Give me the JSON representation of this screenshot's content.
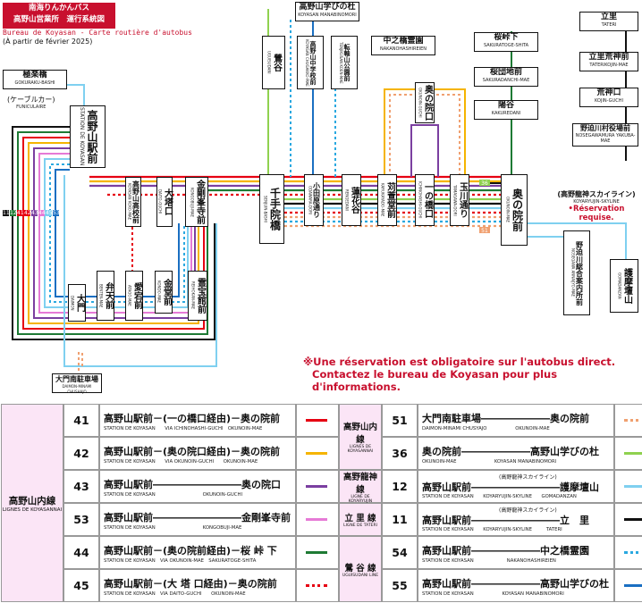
{
  "header": {
    "line1": "南海りんかんバス",
    "line2": "高野山営業所　運行系統図",
    "subtitle": "Bureau de Koyasan - Carte routière d'autobus",
    "date": "(À partir de février 2025)"
  },
  "stops": {
    "gokurakubashi": {
      "jp": "極楽橋",
      "rom": "GOKURAKU-BASHI"
    },
    "cable": {
      "jp": "(ケーブルカー)",
      "rom": "FUNICULAIRE"
    },
    "koyasan_station": {
      "jp": "高野山駅前",
      "rom": "STATION DE KOYASAN"
    },
    "koyasan_hs": {
      "jp": "高野山高校前",
      "rom": "KOYASAN KOKO-MAE"
    },
    "daito": {
      "jp": "大塔口",
      "rom": "DAITO-GUCHI"
    },
    "kongobuji": {
      "jp": "金剛峯寺前",
      "rom": "KONGOBUJI-MAE"
    },
    "daimon": {
      "jp": "大門",
      "rom": "DAIMON"
    },
    "benten": {
      "jp": "弁天前",
      "rom": "BENTEN-MAE"
    },
    "aiiku": {
      "jp": "愛宕前",
      "rom": "ATAGO-MAE"
    },
    "kondo": {
      "jp": "金堂前",
      "rom": "KONDO-MAE"
    },
    "reihokan": {
      "jp": "霊宝館前",
      "rom": "REIHOKAN-MAE"
    },
    "daimon_parking": {
      "jp": "大門南駐車場",
      "rom": "DAIMON-MINAMI CHUSHAJO"
    },
    "senjuin": {
      "jp": "千手院橋",
      "rom": "SENJUIN-BASHI"
    },
    "odawara": {
      "jp": "小田原通り",
      "rom": "ODAWARA-DORI"
    },
    "rengedani": {
      "jp": "蓮花谷",
      "rom": "RENGEDANI"
    },
    "karukaya": {
      "jp": "苅萱堂前",
      "rom": "KARUKAYADO-MAE"
    },
    "ichinohashi": {
      "jp": "一の橋口",
      "rom": "ICHINOHASHI-GUCHI"
    },
    "tamagawa": {
      "jp": "玉川通り",
      "rom": "TAMAGAWA-DORI"
    },
    "okunoin_mae": {
      "jp": "奥の院前",
      "rom": "OKUNOIN-MAE"
    },
    "okunoin_guchi": {
      "jp": "奥の院口",
      "rom": "OKUNOIN-GUCHI"
    },
    "uguisudani": {
      "jp": "鶯谷",
      "rom": "UGUISUDANI"
    },
    "koyasan_jhs": {
      "jp": "高野山中学校前",
      "rom": "KOYASAN CHUGAKKO-MAE"
    },
    "tenjikan": {
      "jp": "転軸山公園前",
      "rom": "TENJIKUSAN KOEN-MAE"
    },
    "nakanohashi": {
      "jp": "中之橋霊園",
      "rom": "NAKANOHASHIREIEN"
    },
    "manabinomori": {
      "jp": "高野山学びの杜",
      "rom": "KOYASAN MANABINOMORI"
    },
    "sakuratoge": {
      "jp": "桜峠下",
      "rom": "SAKURATOGE-SHITA"
    },
    "sakuradanchi": {
      "jp": "桜団地前",
      "rom": "SAKURADANCHI-MAE"
    },
    "kakuredani": {
      "jp": "陽谷",
      "rom": "KAKUREDANI"
    },
    "tateri": {
      "jp": "立里",
      "rom": "TATERI"
    },
    "tateri_kojin": {
      "jp": "立里荒神前",
      "rom": "TATERIKOJIN-MAE"
    },
    "kojin_guchi": {
      "jp": "荒神口",
      "rom": "KOJIN-GUCHI"
    },
    "nosegawa": {
      "jp": "野迫川村役場前",
      "rom": "NOSEGAWAMURA YAKUBA-MAE"
    },
    "nosegawa_info": {
      "jp": "野迫川総合案内所前",
      "rom": "NOSEGAWA ANNAIJYO-MAE"
    },
    "gomadanzan": {
      "jp": "護摩壇山",
      "rom": "GOMADANZAN"
    },
    "skyline": {
      "jp": "(高野龍神スカイライン)",
      "rom": "KOYARYUJIN-SKYLINE"
    }
  },
  "reservation_required": "•Réservation requise.",
  "direct_note": {
    "line1": "※Une réservation est obligatoire sur l'autobus direct.",
    "line2": "Contactez le bureau de Koyasan pour plus d'informations."
  },
  "map_numbers": [
    "11",
    "12",
    "41",
    "42",
    "43",
    "44",
    "45",
    "53"
  ],
  "map_badges": {
    "b36": "36",
    "b51": "51"
  },
  "table": {
    "left_group": {
      "jp": "高野山内線",
      "rom": "LIGNES DE KOYASANNAI"
    },
    "mid_groups": [
      {
        "jp": "高野山内線",
        "rom": "LIGNES DE KOYASANNAI"
      },
      {
        "jp": "高野龍神線",
        "rom": "LIGNE DE KOYARYUJIN"
      },
      {
        "jp": "立 里 線",
        "rom": "LIGNE DE TATERI"
      },
      {
        "jp": "鶯 谷 線",
        "rom": "UGUISUDANI LINE"
      }
    ],
    "left_rows": [
      {
        "num": "41",
        "route": "高野山駅前－(一の橋口経由)－奥の院前",
        "rom": "STATION DE KOYASAN　　VIA ICHINOHASHI-GUCHI　OKUNOIN-MAE",
        "color": "#e60012",
        "style": "solid"
      },
      {
        "num": "42",
        "route": "高野山駅前－(奥の院口経由)－奥の院前",
        "rom": "STATION DE KOYASAN　　VIA OKUNOIN-GUCHI　　OKUNOIN-MAE",
        "color": "#f5b400",
        "style": "solid"
      },
      {
        "num": "43",
        "route": "高野山駅前―――――――――奥の院口",
        "rom": "STATION DE KOYASAN　　　　　　　　　　OKUNOIN-GUCHI",
        "color": "#7b3fa0",
        "style": "solid"
      },
      {
        "num": "53",
        "route": "高野山駅前―――――――――金剛峯寺前",
        "rom": "STATION DE KOYASAN　　　　　　　　　　KONGOBUJI-MAE",
        "color": "#e67ad6",
        "style": "solid"
      },
      {
        "num": "44",
        "route": "高野山駅前－(奥の院前経由)－桜 峠 下",
        "rom": "STATION DE KOYASAN　VIA OKUNOIN-MAE　SAKURATOGE-SHITA",
        "color": "#1e7a34",
        "style": "solid"
      },
      {
        "num": "45",
        "route": "高野山駅前－(大 塔 口経由)－奥の院前",
        "rom": "STATION DE KOYASAN　VIA DAITO-GUCHI　　OKUNOIN-MAE",
        "color": "#e60012",
        "style": "dotted"
      }
    ],
    "right_rows": [
      {
        "num": "51",
        "route": "大門南駐車場―――――――奥の院前",
        "rom": "DAIMON-MINAMI CHUSYAJO　　　　　　OKUNOIN-MAE",
        "color": "#f0a070",
        "style": "dotted"
      },
      {
        "num": "36",
        "route": "奥の院前―――――――高野山学びの杜",
        "rom": "OKUNOIN-MAE　　　　　　　　KOYASAN MANABINOMORI",
        "color": "#8fd14f",
        "style": "solid"
      },
      {
        "num": "12",
        "route": "高野山駅前―――――――――護摩壇山",
        "rom": "STATION DE KOYASAN　　KOYARYUJIN-SKYLINE　　GOMADANZAN",
        "via": "(高野龍神スカイライン)",
        "color": "#7fd0f0",
        "style": "solid"
      },
      {
        "num": "11",
        "route": "高野山駅前―――――――――立　里",
        "rom": "STATION DE KOYASAN　　KOYARYUJIN-SKYLINE　　　TATERI",
        "via": "(高野龍神スカイライン)",
        "color": "#111111",
        "style": "solid"
      },
      {
        "num": "54",
        "route": "高野山駅前―――――――中之橋霊園",
        "rom": "STATION DE KOYASAN　　　　　　　NAKANOHASHIREIEN",
        "color": "#2aa8e0",
        "style": "dotted"
      },
      {
        "num": "55",
        "route": "高野山駅前―――――――高野山学びの杜",
        "rom": "STATION DE KOYASAN　　　　　　KOYASAN MANABINOMORI",
        "color": "#1a6fc2",
        "style": "solid"
      }
    ]
  }
}
